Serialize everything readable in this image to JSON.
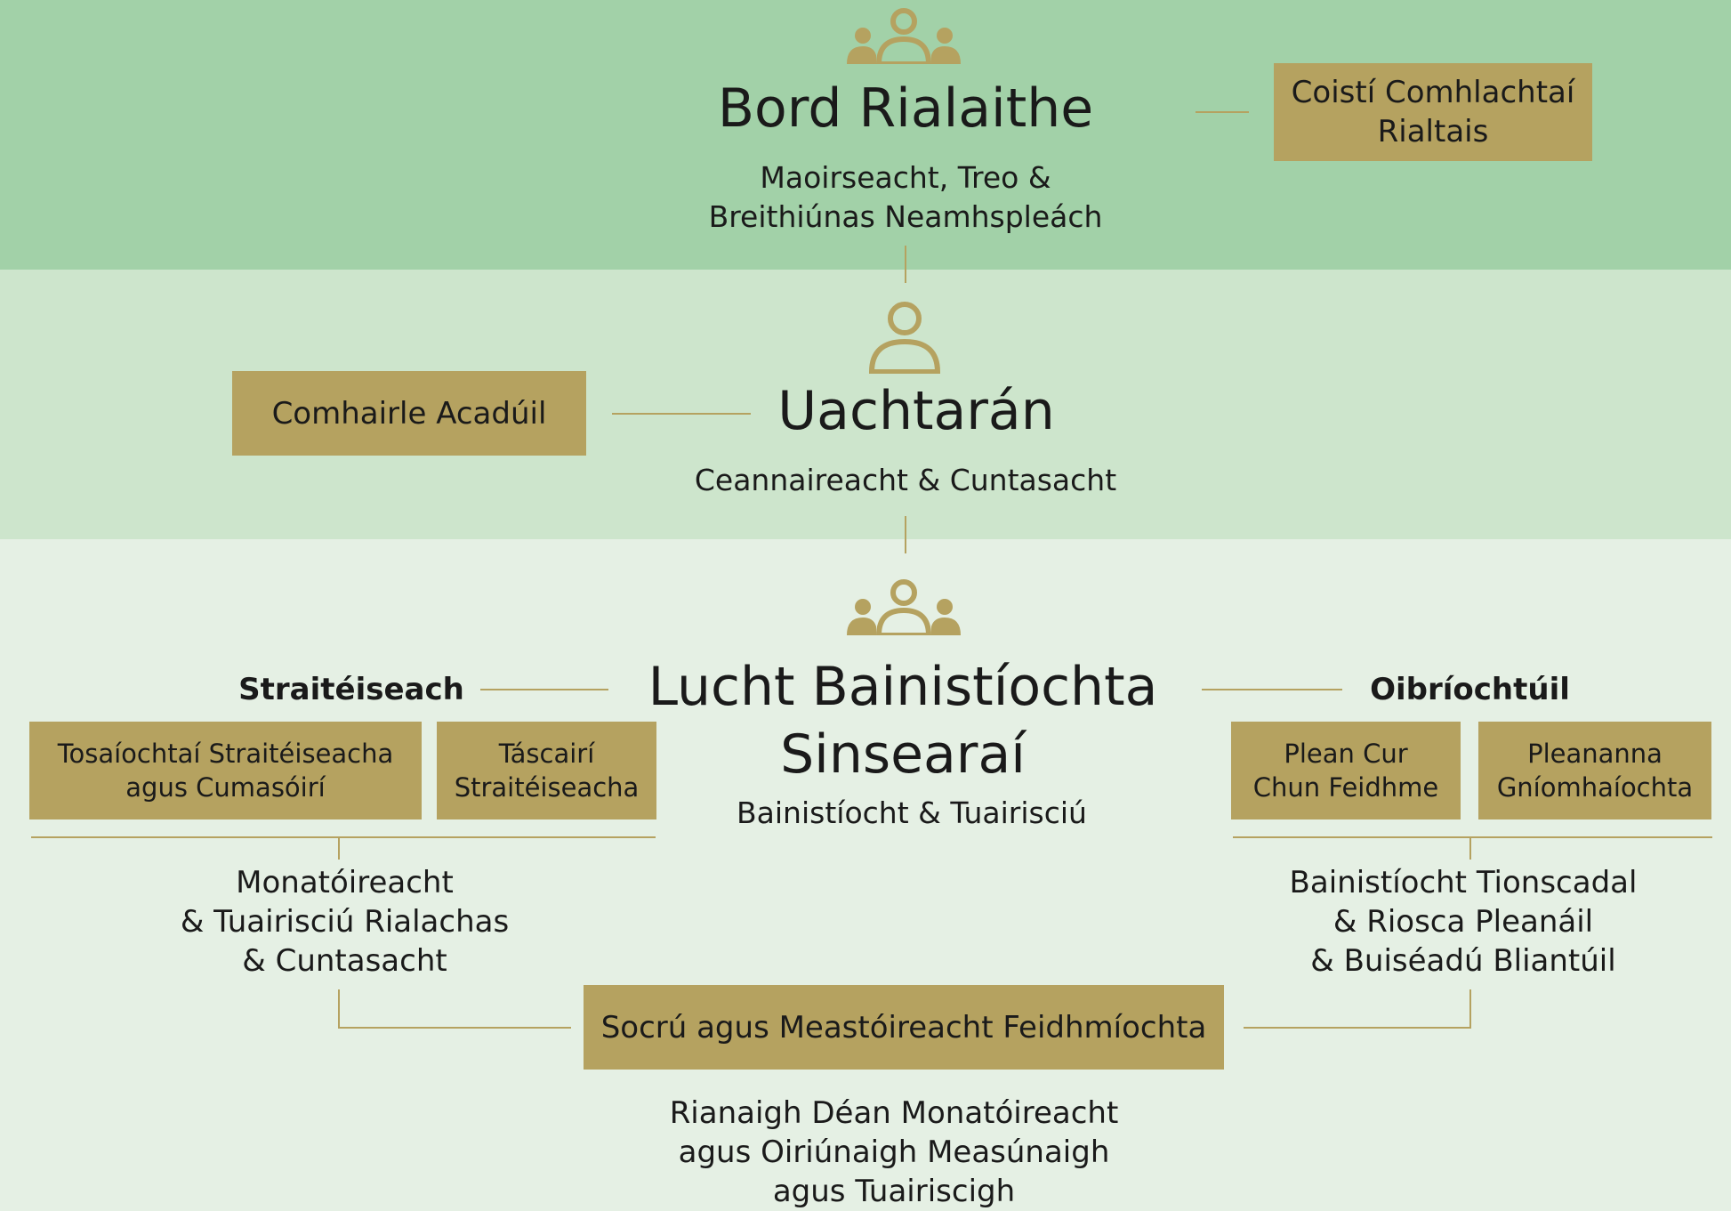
{
  "colors": {
    "band_top": "#a2d1a8",
    "band_mid": "#cde5cc",
    "band_bottom": "#e5f0e4",
    "gold": "#b5a260"
  },
  "board": {
    "icon": "group-people-icon",
    "title": "Bord Rialaithe",
    "subtitle_line1": "Maoirseacht, Treo &",
    "subtitle_line2": "Breithiúnas Neamhspleách",
    "committee_line1": "Coistí Comhlachtaí",
    "committee_line2": "Rialtais"
  },
  "president": {
    "icon": "person-icon",
    "title": "Uachtarán",
    "subtitle": "Ceannaireacht & Cuntasacht",
    "academic_council": "Comhairle Acadúil"
  },
  "senior_management": {
    "icon": "group-people-icon",
    "title_line1": "Lucht Bainistíochta",
    "title_line2": "Sinsearaí",
    "subtitle": "Bainistíocht & Tuairisciú"
  },
  "strategic": {
    "heading": "Straitéiseach",
    "box1_line1": "Tosaíochtaí Straitéiseacha",
    "box1_line2": "agus Cumasóirí",
    "box2_line1": "Táscairí",
    "box2_line2": "Straitéiseacha",
    "desc_line1": "Monatóireacht",
    "desc_line2": "& Tuairisciú Rialachas",
    "desc_line3": "& Cuntasacht"
  },
  "operational": {
    "heading": "Oibríochtúil",
    "box1_line1": "Plean Cur",
    "box1_line2": "Chun Feidhme",
    "box2_line1": "Pleananna",
    "box2_line2": "Gníomhaíochta",
    "desc_line1": "Bainistíocht Tionscadal",
    "desc_line2": "& Riosca Pleanáil",
    "desc_line3": "& Buiséadú Bliantúil"
  },
  "performance": {
    "box": "Socrú agus Meastóireacht Feidhmíochta",
    "desc_line1": "Rianaigh Déan Monatóireacht",
    "desc_line2": "agus Oiriúnaigh Measúnaigh",
    "desc_line3": "agus Tuairiscigh"
  }
}
